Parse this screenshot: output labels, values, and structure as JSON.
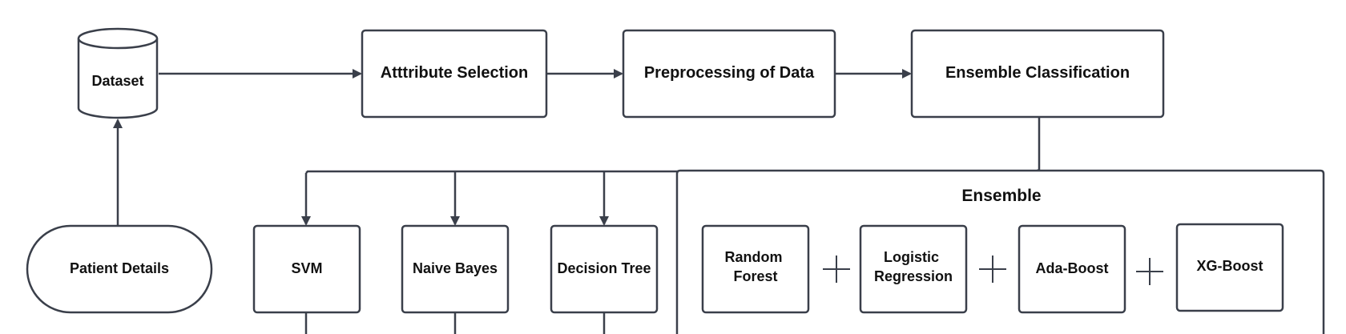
{
  "nodes": {
    "dataset": "Dataset",
    "patient_details": "Patient Details",
    "attribute_selection": "Atttribute Selection",
    "preprocessing": "Preprocessing of Data",
    "ensemble_classification": "Ensemble Classification",
    "svm": "SVM",
    "naive_bayes": "Naive Bayes",
    "decision_tree": "Decision Tree"
  },
  "ensemble": {
    "title": "Ensemble",
    "members": {
      "random_forest": [
        "Random",
        "Forest"
      ],
      "logistic_regression": [
        "Logistic",
        "Regression"
      ],
      "ada_boost": "Ada-Boost",
      "xg_boost": "XG-Boost"
    }
  },
  "colors": {
    "stroke": "#3a3f4a",
    "text": "#111111",
    "background": "#ffffff"
  }
}
